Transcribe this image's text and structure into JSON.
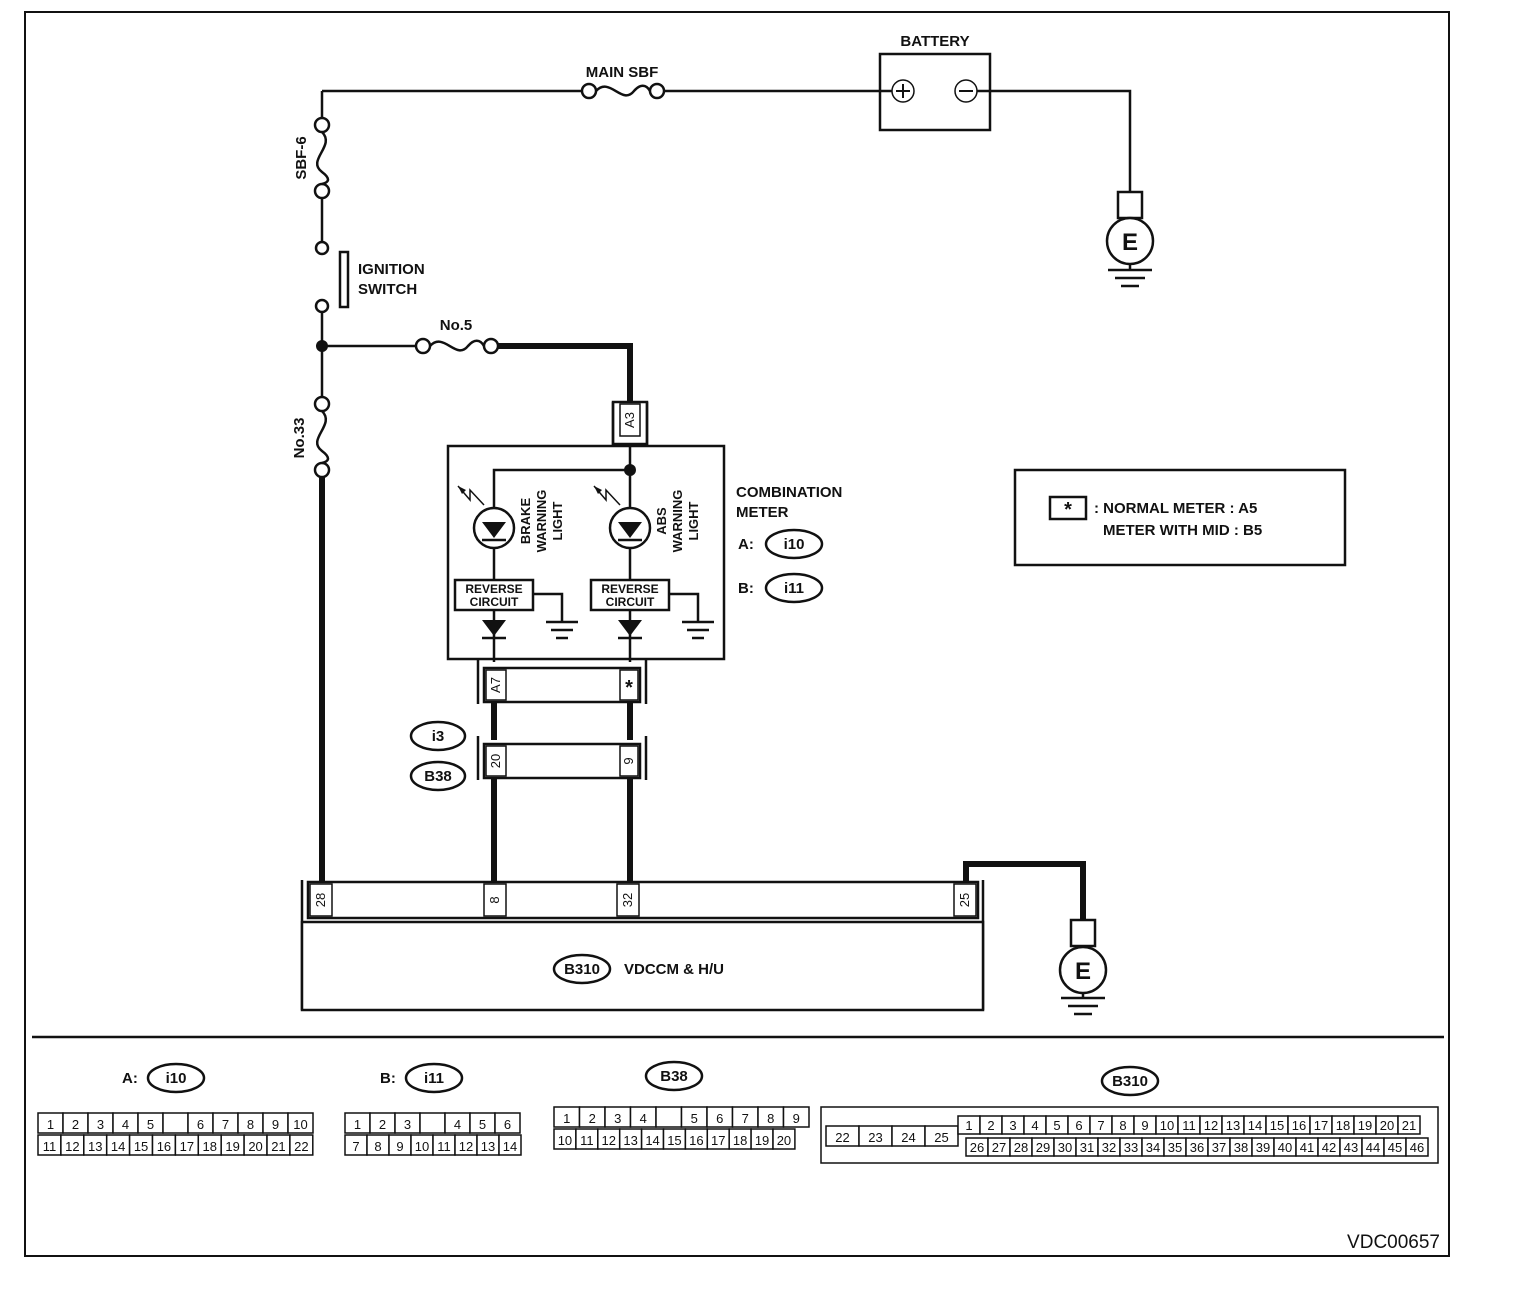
{
  "diagram": {
    "id": "VDC00657",
    "power": {
      "battery": "BATTERY",
      "main_fuse": "MAIN SBF",
      "sbf": "SBF-6",
      "ignition_line1": "IGNITION",
      "ignition_line2": "SWITCH",
      "fuse5": "No.5",
      "fuse33": "No.33",
      "ground_symbol": "E"
    },
    "meter": {
      "name_line1": "COMBINATION",
      "name_line2": "METER",
      "conn_a_prefix": "A:",
      "conn_a": "i10",
      "conn_b_prefix": "B:",
      "conn_b": "i11",
      "brake_light": [
        "BRAKE",
        "WARNING",
        "LIGHT"
      ],
      "abs_light": [
        "ABS",
        "WARNING",
        "LIGHT"
      ],
      "reverse_line1": "REVERSE",
      "reverse_line2": "CIRCUIT",
      "pin_a3": "A3",
      "pin_a7": "A7",
      "pin_star": "*"
    },
    "note": {
      "star": "*",
      "line1": ": NORMAL METER  : A5",
      "line2": "METER WITH MID  : B5"
    },
    "joint": {
      "conn1": "i3",
      "conn2": "B38",
      "pin20": "20",
      "pin9": "9"
    },
    "vdc": {
      "conn": "B310",
      "label": "VDCCM & H/U",
      "pins": [
        "28",
        "8",
        "32",
        "25"
      ]
    },
    "connectors": {
      "a_prefix": "A:",
      "a_name": "i10",
      "a_row1": [
        "1",
        "2",
        "3",
        "4",
        "5",
        "",
        "6",
        "7",
        "8",
        "9",
        "10"
      ],
      "a_row2": [
        "11",
        "12",
        "13",
        "14",
        "15",
        "16",
        "17",
        "18",
        "19",
        "20",
        "21",
        "22"
      ],
      "b_prefix": "B:",
      "b_name": "i11",
      "b_row1": [
        "1",
        "2",
        "3",
        "",
        "4",
        "5",
        "6"
      ],
      "b_row2": [
        "7",
        "8",
        "9",
        "10",
        "11",
        "12",
        "13",
        "14"
      ],
      "b38_name": "B38",
      "b38_row1": [
        "1",
        "2",
        "3",
        "4",
        "",
        "5",
        "6",
        "7",
        "8",
        "9"
      ],
      "b38_row2": [
        "10",
        "11",
        "12",
        "13",
        "14",
        "15",
        "16",
        "17",
        "18",
        "19",
        "20"
      ],
      "b310_name": "B310",
      "b310_left": [
        "22",
        "23",
        "24",
        "25"
      ],
      "b310_row1": [
        "1",
        "2",
        "3",
        "4",
        "5",
        "6",
        "7",
        "8",
        "9",
        "10",
        "11",
        "12",
        "13",
        "14",
        "15",
        "16",
        "17",
        "18",
        "19",
        "20",
        "21"
      ],
      "b310_row2": [
        "26",
        "27",
        "28",
        "29",
        "30",
        "31",
        "32",
        "33",
        "34",
        "35",
        "36",
        "37",
        "38",
        "39",
        "40",
        "41",
        "42",
        "43",
        "44",
        "45",
        "46"
      ]
    }
  }
}
